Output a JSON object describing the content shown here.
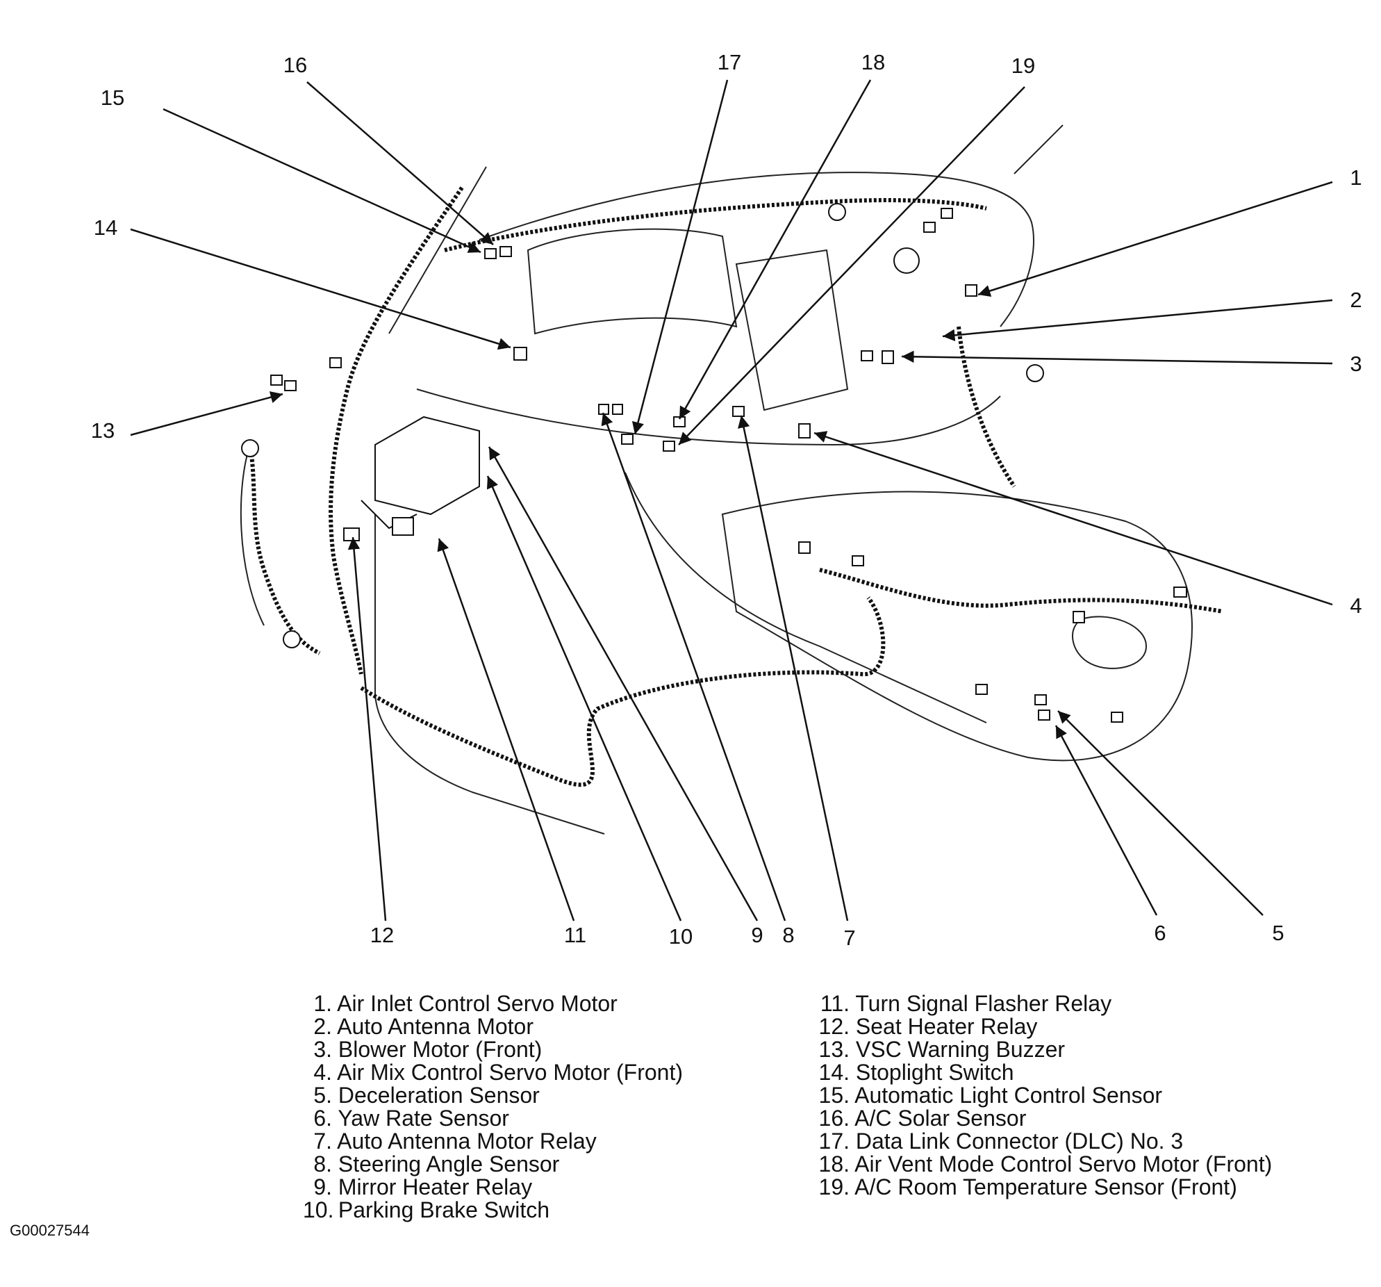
{
  "callouts": [
    "1",
    "2",
    "3",
    "4",
    "5",
    "6",
    "7",
    "8",
    "9",
    "10",
    "11",
    "12",
    "13",
    "14",
    "15",
    "16",
    "17",
    "18",
    "19"
  ],
  "legend": {
    "left": [
      {
        "num": "1.",
        "text": "Air Inlet Control Servo Motor"
      },
      {
        "num": "2.",
        "text": "Auto Antenna Motor"
      },
      {
        "num": "3.",
        "text": "Blower Motor (Front)"
      },
      {
        "num": "4.",
        "text": "Air Mix Control Servo Motor (Front)"
      },
      {
        "num": "5.",
        "text": "Deceleration Sensor"
      },
      {
        "num": "6.",
        "text": "Yaw Rate Sensor"
      },
      {
        "num": "7.",
        "text": "Auto Antenna Motor Relay"
      },
      {
        "num": "8.",
        "text": "Steering Angle Sensor"
      },
      {
        "num": "9.",
        "text": "Mirror Heater Relay"
      },
      {
        "num": "10.",
        "text": "Parking Brake Switch"
      }
    ],
    "right": [
      {
        "num": "11.",
        "text": "Turn Signal Flasher Relay"
      },
      {
        "num": "12.",
        "text": "Seat Heater Relay"
      },
      {
        "num": "13.",
        "text": "VSC Warning Buzzer"
      },
      {
        "num": "14.",
        "text": "Stoplight Switch"
      },
      {
        "num": "15.",
        "text": "Automatic Light Control Sensor"
      },
      {
        "num": "16.",
        "text": "A/C Solar Sensor"
      },
      {
        "num": "17.",
        "text": "Data Link Connector (DLC) No. 3"
      },
      {
        "num": "18.",
        "text": "Air Vent  Mode Control Servo Motor (Front)"
      },
      {
        "num": "19.",
        "text": "A/C Room Temperature Sensor (Front)"
      }
    ]
  },
  "figure_id": "G00027544"
}
